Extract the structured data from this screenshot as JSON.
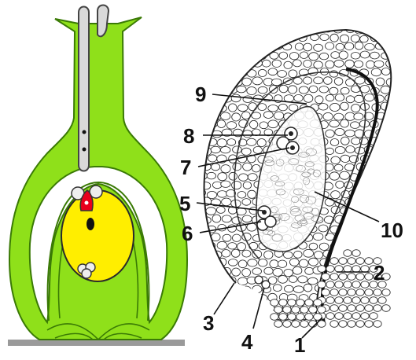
{
  "colors": {
    "pistil_tissue": "#8fe01a",
    "pistil_outline": "#3a7a05",
    "embryo_sac": "#ffee00",
    "egg_cell": "#e8001c",
    "pollen_tube": "#d9d9d9",
    "cell_outline": "#222222",
    "background": "#ffffff"
  },
  "diagram": {
    "labels": [
      "1",
      "2",
      "3",
      "4",
      "5",
      "6",
      "7",
      "8",
      "9",
      "10"
    ]
  }
}
